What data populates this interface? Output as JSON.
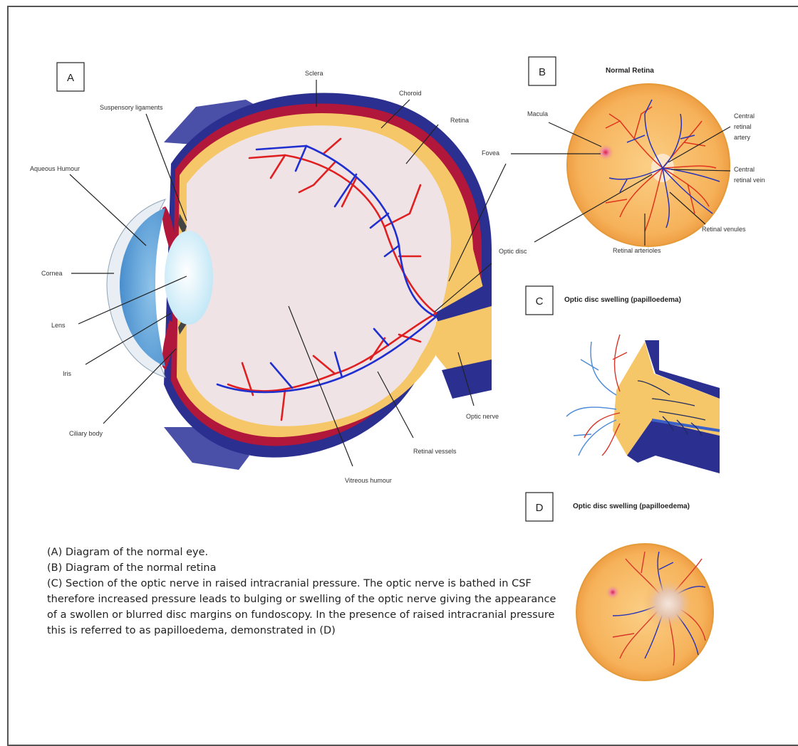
{
  "panels": {
    "a": {
      "letter": "A"
    },
    "b": {
      "letter": "B",
      "title": "Normal Retina"
    },
    "c": {
      "letter": "C",
      "title": "Optic disc swelling (papilloedema)"
    },
    "d": {
      "letter": "D",
      "title": "Optic disc swelling (papilloedema)"
    }
  },
  "labels_a": {
    "sclera": "Sclera",
    "choroid": "Choroid",
    "retina": "Retina",
    "suspensory": "Suspensory ligaments",
    "aqueous": "Aqueous Humour",
    "cornea": "Cornea",
    "lens": "Lens",
    "iris": "Iris",
    "ciliary": "Ciliary body",
    "fovea": "Fovea",
    "optic_disc": "Optic disc",
    "optic_nerve": "Optic nerve",
    "retinal_vessels": "Retinal vessels",
    "vitreous": "Vitreous humour"
  },
  "labels_b": {
    "macula": "Macula",
    "cra1": "Central",
    "cra2": "retinal",
    "cra3": "artery",
    "crv1": "Central",
    "crv2": "retinal vein",
    "venules": "Retinal venules",
    "arterioles": "Retinal arterioles"
  },
  "caption": {
    "line_a": "(A)  Diagram of the normal eye.",
    "line_b": "(B)  Diagram of the normal retina",
    "line_c": "(C)  Section of the optic nerve in raised intracranial pressure. The optic nerve is bathed in CSF therefore increased pressure leads to bulging or swelling of the optic nerve giving the appearance of a swollen or blurred disc margins on fundoscopy. In the presence of raised intracranial pressure this is referred to as papilloedema, demonstrated in (D)"
  },
  "colors": {
    "sclera": "#2b2f8f",
    "choroid": "#b0173a",
    "retina": "#f6c768",
    "vitreous": "#efe3e6",
    "artery": "#e02020",
    "vein": "#1f2fd0",
    "fundus": "#f7b558",
    "cornea": "#5a9fd8"
  }
}
